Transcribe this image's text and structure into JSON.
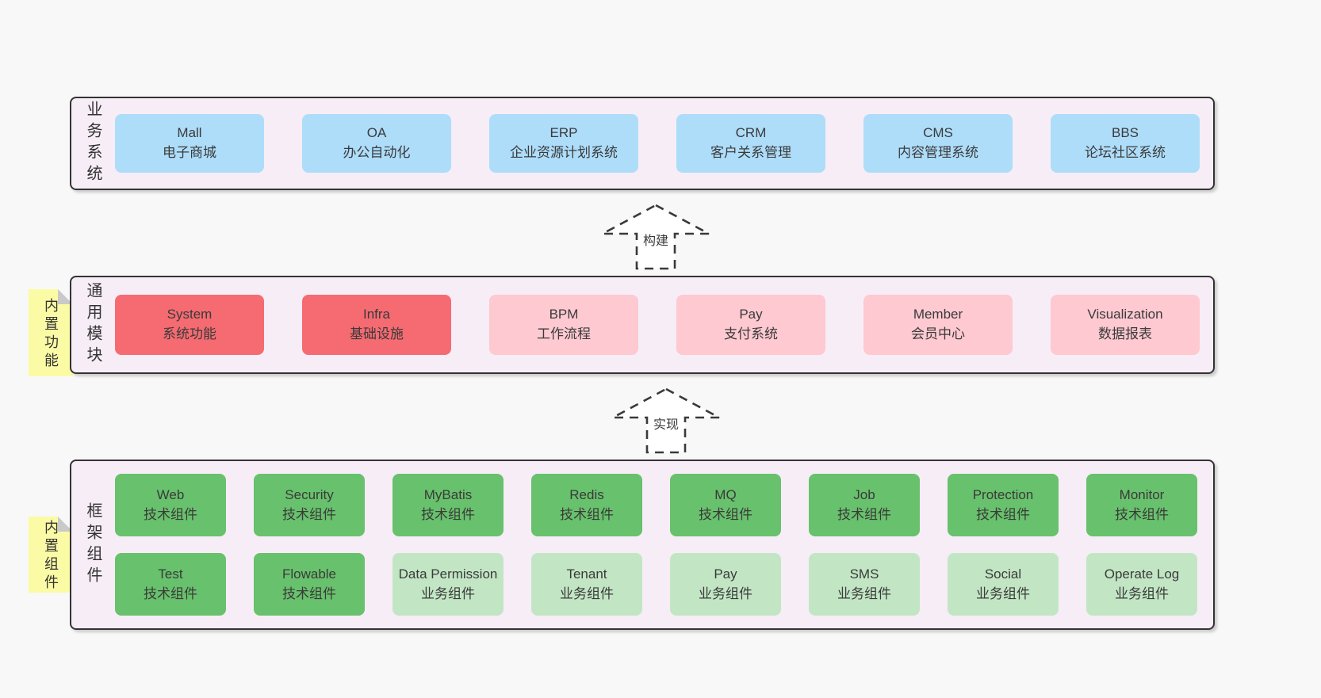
{
  "colors": {
    "page_bg": "#f8f8f8",
    "container_bg": "#f7edf6",
    "border": "#333333",
    "blue": "#aeddfa",
    "red": "#f56b71",
    "pink": "#fec9d1",
    "green": "#68c16c",
    "lightgreen": "#c2e6c4",
    "sticky": "#fbfba5",
    "arrow_fill": "#ffffff",
    "text": "#3a3a3a"
  },
  "arrows": [
    {
      "label": "构建"
    },
    {
      "label": "实现"
    }
  ],
  "layers": [
    {
      "id": "business",
      "label": "业务系统",
      "sticky": null,
      "rows": [
        [
          {
            "name": "Mall",
            "desc": "电子商城",
            "color": "blue"
          },
          {
            "name": "OA",
            "desc": "办公自动化",
            "color": "blue"
          },
          {
            "name": "ERP",
            "desc": "企业资源计划系统",
            "color": "blue"
          },
          {
            "name": "CRM",
            "desc": "客户关系管理",
            "color": "blue"
          },
          {
            "name": "CMS",
            "desc": "内容管理系统",
            "color": "blue"
          },
          {
            "name": "BBS",
            "desc": "论坛社区系统",
            "color": "blue"
          }
        ]
      ]
    },
    {
      "id": "modules",
      "label": "通用模块",
      "sticky": "内置功能",
      "rows": [
        [
          {
            "name": "System",
            "desc": "系统功能",
            "color": "red"
          },
          {
            "name": "Infra",
            "desc": "基础设施",
            "color": "red"
          },
          {
            "name": "BPM",
            "desc": "工作流程",
            "color": "pink"
          },
          {
            "name": "Pay",
            "desc": "支付系统",
            "color": "pink"
          },
          {
            "name": "Member",
            "desc": "会员中心",
            "color": "pink"
          },
          {
            "name": "Visualization",
            "desc": "数据报表",
            "color": "pink"
          }
        ]
      ]
    },
    {
      "id": "components",
      "label": "框架组件",
      "sticky": "内置组件",
      "rows": [
        [
          {
            "name": "Web",
            "desc": "技术组件",
            "color": "green"
          },
          {
            "name": "Security",
            "desc": "技术组件",
            "color": "green"
          },
          {
            "name": "MyBatis",
            "desc": "技术组件",
            "color": "green"
          },
          {
            "name": "Redis",
            "desc": "技术组件",
            "color": "green"
          },
          {
            "name": "MQ",
            "desc": "技术组件",
            "color": "green"
          },
          {
            "name": "Job",
            "desc": "技术组件",
            "color": "green"
          },
          {
            "name": "Protection",
            "desc": "技术组件",
            "color": "green"
          },
          {
            "name": "Monitor",
            "desc": "技术组件",
            "color": "green"
          }
        ],
        [
          {
            "name": "Test",
            "desc": "技术组件",
            "color": "green"
          },
          {
            "name": "Flowable",
            "desc": "技术组件",
            "color": "green"
          },
          {
            "name": "Data Permission",
            "desc": "业务组件",
            "color": "lightgreen"
          },
          {
            "name": "Tenant",
            "desc": "业务组件",
            "color": "lightgreen"
          },
          {
            "name": "Pay",
            "desc": "业务组件",
            "color": "lightgreen"
          },
          {
            "name": "SMS",
            "desc": "业务组件",
            "color": "lightgreen"
          },
          {
            "name": "Social",
            "desc": "业务组件",
            "color": "lightgreen"
          },
          {
            "name": "Operate Log",
            "desc": "业务组件",
            "color": "lightgreen"
          }
        ]
      ]
    }
  ]
}
